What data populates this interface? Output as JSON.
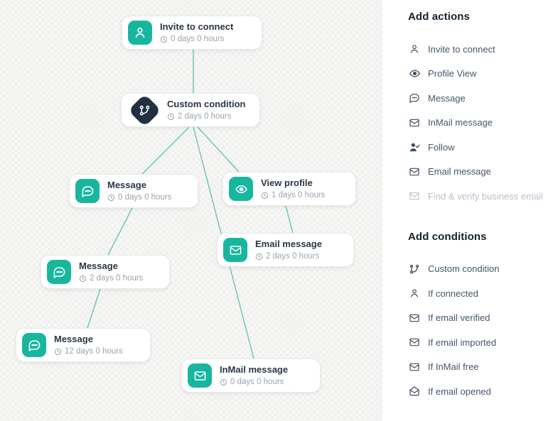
{
  "colors": {
    "accent_teal": "#18b69f",
    "condition_navy": "#223142",
    "connector_line": "#6cc4b1",
    "canvas_bg": "#f0f0ee",
    "title_text": "#2b3645",
    "delay_text": "#9aa3ad",
    "disabled_text": "#b7c1cc"
  },
  "canvas": {
    "nodes": [
      {
        "id": "invite",
        "title": "Invite to connect",
        "delay": "0 days 0 hours",
        "icon": "person-icon",
        "variant": "action"
      },
      {
        "id": "custom-condition",
        "title": "Custom condition",
        "delay": "2 days 0 hours",
        "icon": "branch-icon",
        "variant": "condition"
      },
      {
        "id": "message-1",
        "title": "Message",
        "delay": "0 days 0 hours",
        "icon": "chat-icon",
        "variant": "action"
      },
      {
        "id": "view-profile",
        "title": "View profile",
        "delay": "1 days 0 hours",
        "icon": "eye-icon",
        "variant": "action"
      },
      {
        "id": "email-message",
        "title": "Email message",
        "delay": "2 days 0 hours",
        "icon": "mail-icon",
        "variant": "action"
      },
      {
        "id": "message-2",
        "title": "Message",
        "delay": "2 days 0 hours",
        "icon": "chat-icon",
        "variant": "action"
      },
      {
        "id": "message-3",
        "title": "Message",
        "delay": "12 days 0 hours",
        "icon": "chat-icon",
        "variant": "action"
      },
      {
        "id": "inmail-message",
        "title": "InMail message",
        "delay": "0 days 0 hours",
        "icon": "mail-icon",
        "variant": "action"
      }
    ],
    "edges": [
      {
        "from": "invite",
        "to": "custom-condition"
      },
      {
        "from": "custom-condition",
        "to": "message-1"
      },
      {
        "from": "custom-condition",
        "to": "view-profile"
      },
      {
        "from": "custom-condition",
        "to": "inmail-message"
      },
      {
        "from": "view-profile",
        "to": "email-message"
      },
      {
        "from": "message-1",
        "to": "message-2"
      },
      {
        "from": "message-2",
        "to": "message-3"
      }
    ]
  },
  "sidebar": {
    "actions": {
      "heading": "Add actions",
      "items": [
        {
          "label": "Invite to connect",
          "icon": "person-icon",
          "disabled": false
        },
        {
          "label": "Profile View",
          "icon": "eye-icon",
          "disabled": false
        },
        {
          "label": "Message",
          "icon": "chat-icon",
          "disabled": false
        },
        {
          "label": "InMail message",
          "icon": "mail-icon",
          "disabled": false
        },
        {
          "label": "Follow",
          "icon": "person-check-icon",
          "disabled": false
        },
        {
          "label": "Email message",
          "icon": "mail-icon",
          "disabled": false
        },
        {
          "label": "Find & verify business email",
          "icon": "mail-icon",
          "disabled": true
        }
      ]
    },
    "conditions": {
      "heading": "Add conditions",
      "items": [
        {
          "label": "Custom condition",
          "icon": "branch-icon",
          "disabled": false
        },
        {
          "label": "If connected",
          "icon": "person-icon",
          "disabled": false
        },
        {
          "label": "If email verified",
          "icon": "mail-icon",
          "disabled": false
        },
        {
          "label": "If email imported",
          "icon": "mail-icon",
          "disabled": false
        },
        {
          "label": "If InMail free",
          "icon": "mail-icon",
          "disabled": false
        },
        {
          "label": "If email opened",
          "icon": "mail-open-icon",
          "disabled": false
        }
      ]
    }
  }
}
